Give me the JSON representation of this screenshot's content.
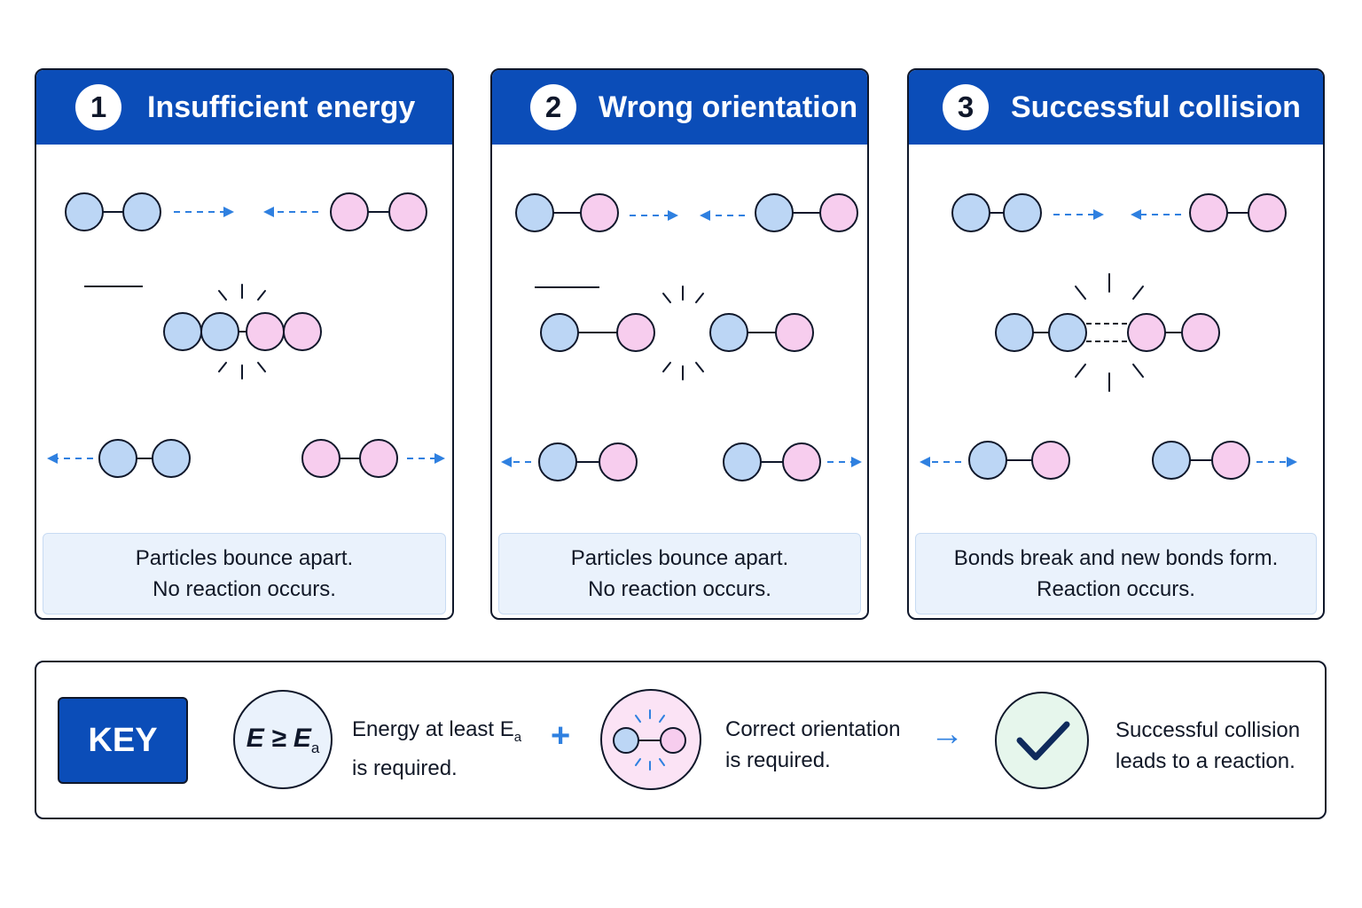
{
  "panels": [
    {
      "number": "1",
      "title": "Insufficient energy",
      "caption_line1": "Particles bounce apart.",
      "caption_line2": "No reaction occurs."
    },
    {
      "number": "2",
      "title": "Wrong orientation",
      "caption_line1": "Particles bounce apart.",
      "caption_line2": "No reaction occurs."
    },
    {
      "number": "3",
      "title": "Successful collision",
      "caption_line1": "Bonds break and new bonds form.",
      "caption_line2": "Reaction occurs."
    }
  ],
  "key": {
    "label": "KEY",
    "energy_symbol": "E ≥ E",
    "energy_subscript": "a",
    "energy_line1": "Energy at least E",
    "energy_line1_subscript": "a",
    "energy_line2": "is required.",
    "plus": "+",
    "orientation_line1": "Correct orientation",
    "orientation_line2": "is required.",
    "arrow": "→",
    "success_line1": "Successful collision",
    "success_line2": "leads to a reaction."
  },
  "colors": {
    "header_blue": "#0b4db8",
    "particle_blue": "#bcd6f5",
    "particle_pink": "#f7cdee",
    "arrow_blue": "#2f80e0",
    "check_bg": "#e6f6ec"
  }
}
